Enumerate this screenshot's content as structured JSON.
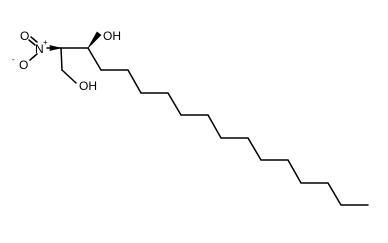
{
  "molecule": {
    "atom_labels": {
      "hydroxyl_c3": "OH",
      "hydroxyl_c1": "OH",
      "nitro_n": "N",
      "nitro_n_charge": "+",
      "nitro_o_top": "O",
      "nitro_o_bottom": "O",
      "nitro_o_bottom_charge": "-"
    },
    "colors": {
      "bond": "#000000",
      "background": "#ffffff"
    }
  }
}
